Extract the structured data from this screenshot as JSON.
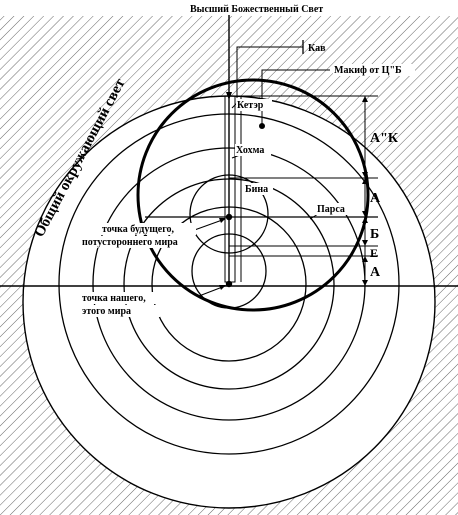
{
  "labels": {
    "top_light": "Высший Божественный Свет",
    "kav": "Кав",
    "makif": "Макиф от Ц\"Б",
    "keter": "Кетэр",
    "hochma": "Хохма",
    "bina": "Бина",
    "parsa": "Парса",
    "surrounding_light": "Общий окружающий свет",
    "future_point_1": "точка будущего,",
    "future_point_2": "потустороннего мира",
    "present_point_1": "точка нашего,",
    "present_point_2": "этого мира",
    "right_ak": "А\"К",
    "right_a1": "А",
    "right_b": "Б",
    "right_e": "Е",
    "right_a2": "А"
  }
}
